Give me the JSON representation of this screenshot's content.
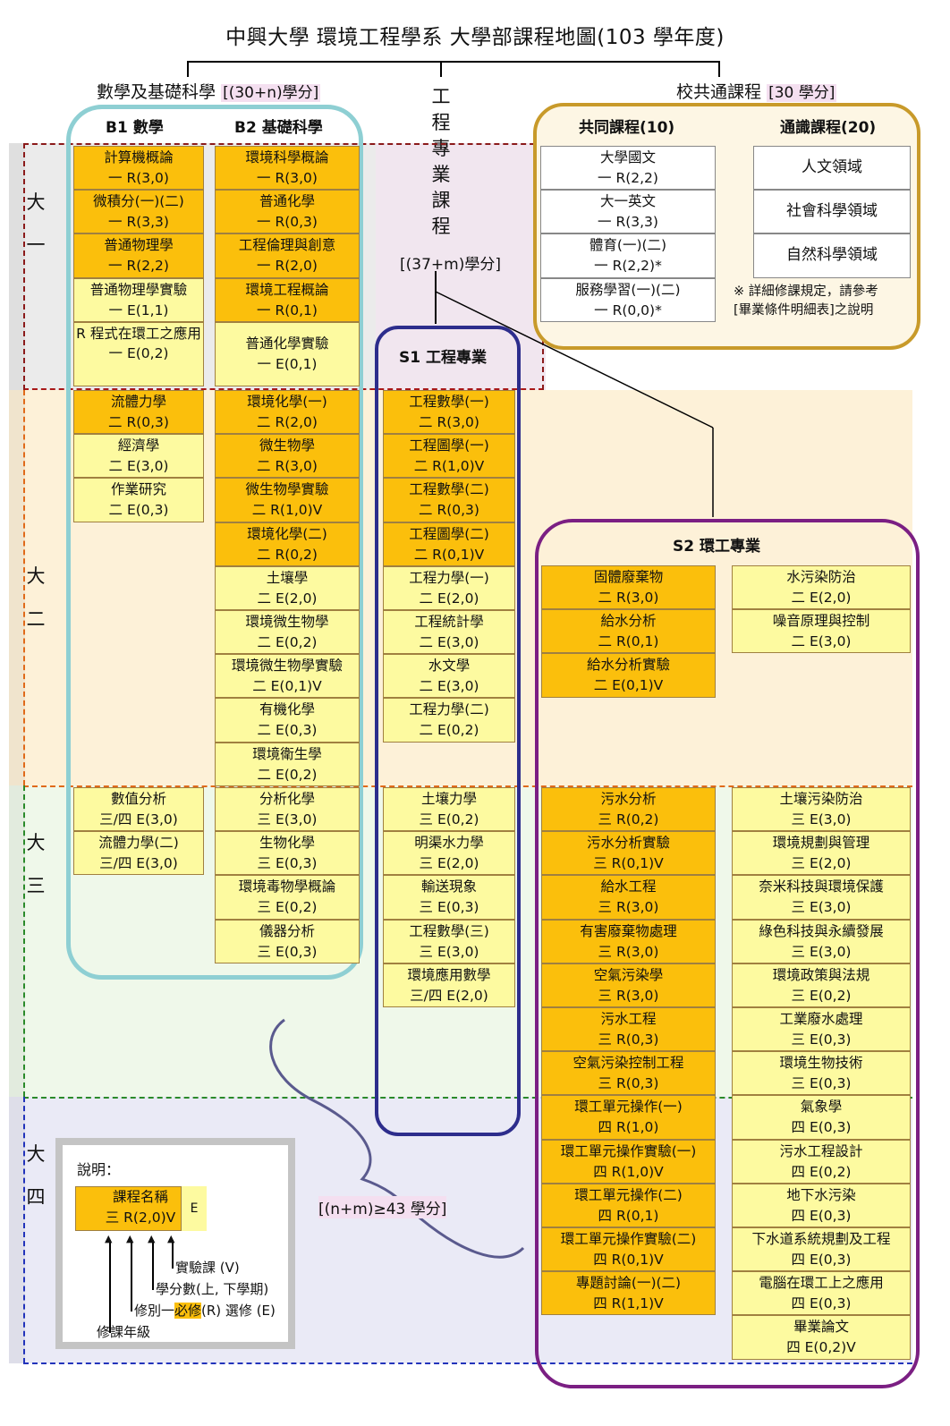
{
  "title": "中興大學  環境工程學系  大學部課程地圖(103 學年度)",
  "headers": {
    "math_science": "數學及基礎科學",
    "math_science_credits": "[(30+n)學分]",
    "engineering_vertical": [
      "工",
      "程",
      "專",
      "業",
      "課",
      "程"
    ],
    "engineering_credits": "[(37+m)學分]",
    "general_ed": "校共通課程",
    "general_ed_credits": "[30 學分]",
    "bracket_note": "[(n+m)≥43 學分]"
  },
  "years": [
    [
      "大",
      "一"
    ],
    [
      "大",
      "二"
    ],
    [
      "大",
      "三"
    ],
    [
      "大",
      "四"
    ]
  ],
  "groups": {
    "b1": "B1  數學",
    "b2": "B2  基礎科學",
    "s1": "S1  工程專業",
    "s2": "S2    環工專業",
    "common": "共同課程(10)",
    "liberal": "通識課程(20)"
  },
  "columns": {
    "b1": [
      {
        "name": "計算機概論",
        "code": "一 R(3,0)",
        "type": "R"
      },
      {
        "name": "微積分(一)(二)",
        "code": "一 R(3,3)",
        "type": "R"
      },
      {
        "name": "普通物理學",
        "code": "一 R(2,2)",
        "type": "R"
      },
      {
        "name": "普通物理學實驗",
        "code": "一 E(1,1)",
        "type": "E"
      },
      {
        "name": "R 程式在環工之應用",
        "code": "一 E(0,2)",
        "type": "E",
        "tall": true
      },
      {
        "name": "流體力學",
        "code": "二 R(0,3)",
        "type": "R"
      },
      {
        "name": "經濟學",
        "code": "二 E(3,0)",
        "type": "E"
      },
      {
        "name": "作業研究",
        "code": "二 E(0,3)",
        "type": "E"
      },
      {
        "name": "數值分析",
        "code": "三/四 E(3,0)",
        "type": "E"
      },
      {
        "name": "流體力學(二)",
        "code": "三/四 E(3,0)",
        "type": "E"
      }
    ],
    "b2": [
      {
        "name": "環境科學概論",
        "code": "一 R(3,0)",
        "type": "R"
      },
      {
        "name": "普通化學",
        "code": "一 R(0,3)",
        "type": "R"
      },
      {
        "name": "工程倫理與創意",
        "code": "一 R(2,0)",
        "type": "R"
      },
      {
        "name": "環境工程概論",
        "code": "一 R(0,1)",
        "type": "R"
      },
      {
        "name": "普通化學實驗",
        "code": "一 E(0,1)",
        "type": "E",
        "tall": true
      },
      {
        "name": "環境化學(一)",
        "code": "二 R(2,0)",
        "type": "R"
      },
      {
        "name": "微生物學",
        "code": "二 R(3,0)",
        "type": "R"
      },
      {
        "name": "微生物學實驗",
        "code": "二 R(1,0)V",
        "type": "R"
      },
      {
        "name": "環境化學(二)",
        "code": "二 R(0,2)",
        "type": "R"
      },
      {
        "name": "土壤學",
        "code": "二 E(2,0)",
        "type": "E"
      },
      {
        "name": "環境微生物學",
        "code": "二 E(0,2)",
        "type": "E"
      },
      {
        "name": "環境微生物學實驗",
        "code": "二 E(0,1)V",
        "type": "E"
      },
      {
        "name": "有機化學",
        "code": "二 E(0,3)",
        "type": "E"
      },
      {
        "name": "環境衛生學",
        "code": "二 E(0,2)",
        "type": "E"
      },
      {
        "name": "分析化學",
        "code": "三 E(3,0)",
        "type": "E"
      },
      {
        "name": "生物化學",
        "code": "三 E(0,3)",
        "type": "E"
      },
      {
        "name": "環境毒物學概論",
        "code": "三 E(0,2)",
        "type": "E"
      },
      {
        "name": "儀器分析",
        "code": "三 E(0,3)",
        "type": "E"
      }
    ],
    "s1": [
      {
        "name": "工程數學(一)",
        "code": "二 R(3,0)",
        "type": "R"
      },
      {
        "name": "工程圖學(一)",
        "code": "二 R(1,0)V",
        "type": "R"
      },
      {
        "name": "工程數學(二)",
        "code": "二 R(0,3)",
        "type": "R"
      },
      {
        "name": "工程圖學(二)",
        "code": "二 R(0,1)V",
        "type": "R"
      },
      {
        "name": "工程力學(一)",
        "code": "二 E(2,0)",
        "type": "E"
      },
      {
        "name": "工程統計學",
        "code": "二 E(3,0)",
        "type": "E"
      },
      {
        "name": "水文學",
        "code": "二 E(3,0)",
        "type": "E"
      },
      {
        "name": "工程力學(二)",
        "code": "二 E(0,2)",
        "type": "E"
      },
      {
        "name": "土壤力學",
        "code": "三 E(0,2)",
        "type": "E"
      },
      {
        "name": "明渠水力學",
        "code": "三 E(2,0)",
        "type": "E"
      },
      {
        "name": "輸送現象",
        "code": "三 E(0,3)",
        "type": "E"
      },
      {
        "name": "工程數學(三)",
        "code": "三 E(3,0)",
        "type": "E"
      },
      {
        "name": "環境應用數學",
        "code": "三/四 E(2,0)",
        "type": "E"
      }
    ],
    "s2a_year2": [
      {
        "name": "固體廢棄物",
        "code": "二 R(3,0)",
        "type": "R"
      },
      {
        "name": "給水分析",
        "code": "二 R(0,1)",
        "type": "R"
      },
      {
        "name": "給水分析實驗",
        "code": "二 E(0,1)V",
        "type": "R"
      }
    ],
    "s2b_year2": [
      {
        "name": "水污染防治",
        "code": "二 E(2,0)",
        "type": "E"
      },
      {
        "name": "噪音原理與控制",
        "code": "二 E(3,0)",
        "type": "E"
      }
    ],
    "s2a": [
      {
        "name": "污水分析",
        "code": "三 R(0,2)",
        "type": "R"
      },
      {
        "name": "污水分析實驗",
        "code": "三 R(0,1)V",
        "type": "R"
      },
      {
        "name": "給水工程",
        "code": "三 R(3,0)",
        "type": "R"
      },
      {
        "name": "有害廢棄物處理",
        "code": "三 R(3,0)",
        "type": "R"
      },
      {
        "name": "空氣污染學",
        "code": "三 R(3,0)",
        "type": "R"
      },
      {
        "name": "污水工程",
        "code": "三 R(0,3)",
        "type": "R"
      },
      {
        "name": "空氣污染控制工程",
        "code": "三 R(0,3)",
        "type": "R"
      },
      {
        "name": "環工單元操作(一)",
        "code": "四 R(1,0)",
        "type": "R"
      },
      {
        "name": "環工單元操作實驗(一)",
        "code": "四 R(1,0)V",
        "type": "R"
      },
      {
        "name": "環工單元操作(二)",
        "code": "四 R(0,1)",
        "type": "R"
      },
      {
        "name": "環工單元操作實驗(二)",
        "code": "四 R(0,1)V",
        "type": "R"
      },
      {
        "name": "專題討論(一)(二)",
        "code": "四 R(1,1)V",
        "type": "R"
      }
    ],
    "s2b": [
      {
        "name": "土壤污染防治",
        "code": "三 E(3,0)",
        "type": "E"
      },
      {
        "name": "環境規劃與管理",
        "code": "三 E(2,0)",
        "type": "E"
      },
      {
        "name": "奈米科技與環境保護",
        "code": "三 E(3,0)",
        "type": "E"
      },
      {
        "name": "綠色科技與永續發展",
        "code": "三 E(3,0)",
        "type": "E"
      },
      {
        "name": "環境政策與法規",
        "code": "三 E(0,2)",
        "type": "E"
      },
      {
        "name": "工業廢水處理",
        "code": "三 E(0,3)",
        "type": "E"
      },
      {
        "name": "環境生物技術",
        "code": "三 E(0,3)",
        "type": "E"
      },
      {
        "name": "氣象學",
        "code": "四 E(0,3)",
        "type": "E"
      },
      {
        "name": "污水工程設計",
        "code": "四 E(0,2)",
        "type": "E"
      },
      {
        "name": "地下水污染",
        "code": "四 E(0,3)",
        "type": "E"
      },
      {
        "name": "下水道系統規劃及工程",
        "code": "四 E(0,3)",
        "type": "E"
      },
      {
        "name": "電腦在環工上之應用",
        "code": "四 E(0,3)",
        "type": "E"
      },
      {
        "name": "畢業論文",
        "code": "四 E(0,2)V",
        "type": "E"
      }
    ],
    "common": [
      {
        "name": "大學國文",
        "code": "一 R(2,2)",
        "type": "W"
      },
      {
        "name": "大一英文",
        "code": "一 R(3,3)",
        "type": "W"
      },
      {
        "name": "體育(一)(二)",
        "code": "一 R(2,2)*",
        "type": "W"
      },
      {
        "name": "服務學習(一)(二)",
        "code": "一 R(0,0)*",
        "type": "W"
      }
    ],
    "liberal": [
      "人文領域",
      "社會科學領域",
      "自然科學領域"
    ]
  },
  "footnote": [
    "※  詳細修課規定，請參考",
    "[畢業條件明細表]之說明"
  ],
  "legend": {
    "title": "說明：",
    "sample_name": "課程名稱",
    "sample_code": "三 R(2,0)V",
    "sample_tag": "E",
    "lab": "實驗課 (V)",
    "credits": "學分數(上, 下學期)",
    "type_prefix": "修別一",
    "type_required": "必修",
    "type_rest": "(R)  選修 (E)",
    "grade": "修課年級"
  },
  "colors": {
    "required": "#fbbf0c",
    "elective": "#fdfaa0",
    "math_border": "#8ecfd3",
    "s1_border": "#2d2d8c",
    "s2_border": "#7b1f83",
    "general_border": "#c89a2a",
    "year1_line": "#8b1a1a",
    "year2_line": "#d9661a",
    "year3_line": "#2a8a2a",
    "year4_line": "#2233bb"
  }
}
